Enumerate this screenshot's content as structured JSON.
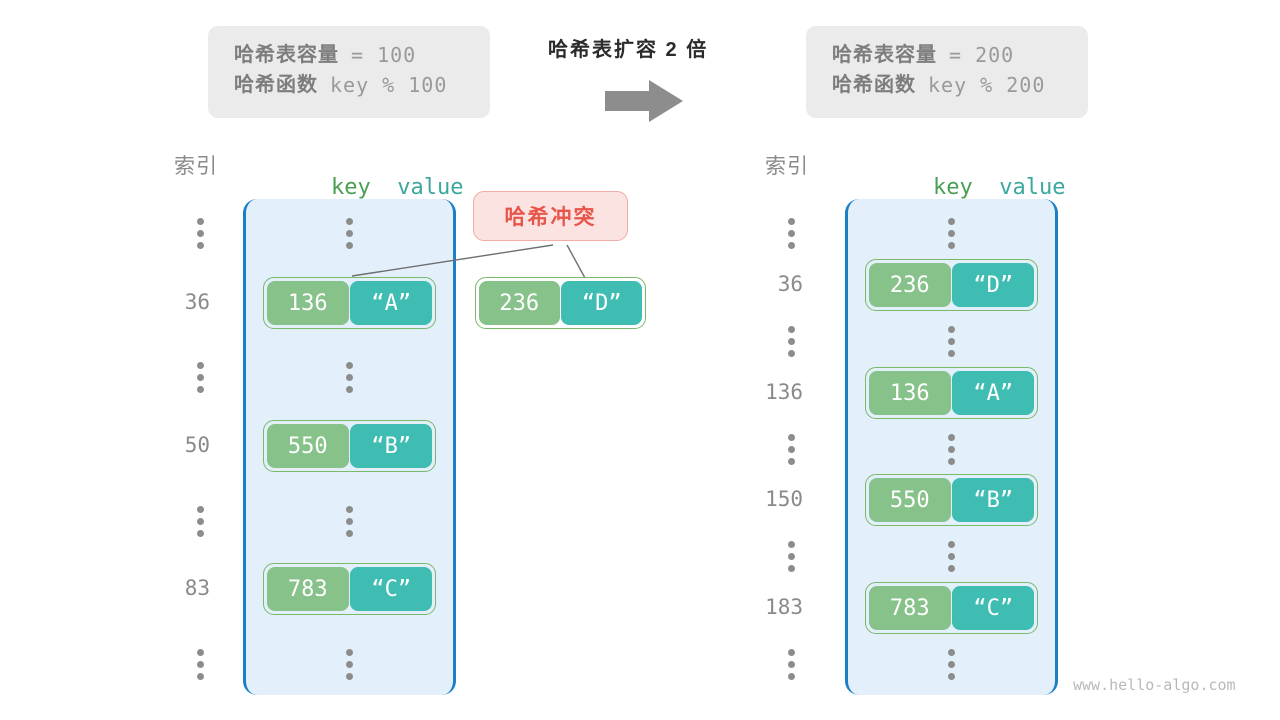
{
  "watermark": "www.hello-algo.com",
  "transition": {
    "title": "哈希表扩容 2 倍",
    "arrow_icon": "right-arrow-icon"
  },
  "colors": {
    "key_cell": "#86c289",
    "value_cell": "#3fbdb3",
    "pair_border": "#79b96a",
    "bucket_fill": "#e3f0fb",
    "bucket_border": "#1b7fc4",
    "badge_bg": "#fbe3e1",
    "badge_border": "#f2aca5",
    "badge_text": "#e8554a",
    "info_bg": "#ebebeb",
    "label_gray": "#8a8a8a",
    "key_header": "#4a9e54",
    "value_header": "#3aa89e"
  },
  "before": {
    "info": {
      "capacity_label": "哈希表容量",
      "capacity_expr": "= 100",
      "function_label": "哈希函数",
      "function_expr": "key % 100"
    },
    "index_header": "索引",
    "key_header": "key",
    "value_header": "value",
    "rows": [
      {
        "type": "ellipsis"
      },
      {
        "type": "entry",
        "index": "36",
        "key": "136",
        "value": "“A”"
      },
      {
        "type": "ellipsis"
      },
      {
        "type": "entry",
        "index": "50",
        "key": "550",
        "value": "“B”"
      },
      {
        "type": "ellipsis"
      },
      {
        "type": "entry",
        "index": "83",
        "key": "783",
        "value": "“C”"
      },
      {
        "type": "ellipsis"
      }
    ],
    "collision": {
      "badge": "哈希冲突",
      "entry": {
        "key": "236",
        "value": "“D”"
      }
    }
  },
  "after": {
    "info": {
      "capacity_label": "哈希表容量",
      "capacity_expr": "= 200",
      "function_label": "哈希函数",
      "function_expr": "key % 200"
    },
    "index_header": "索引",
    "key_header": "key",
    "value_header": "value",
    "rows": [
      {
        "type": "ellipsis"
      },
      {
        "type": "entry",
        "index": "36",
        "key": "236",
        "value": "“D”"
      },
      {
        "type": "ellipsis"
      },
      {
        "type": "entry",
        "index": "136",
        "key": "136",
        "value": "“A”"
      },
      {
        "type": "ellipsis"
      },
      {
        "type": "entry",
        "index": "150",
        "key": "550",
        "value": "“B”"
      },
      {
        "type": "ellipsis"
      },
      {
        "type": "entry",
        "index": "183",
        "key": "783",
        "value": "“C”"
      },
      {
        "type": "ellipsis"
      }
    ]
  }
}
